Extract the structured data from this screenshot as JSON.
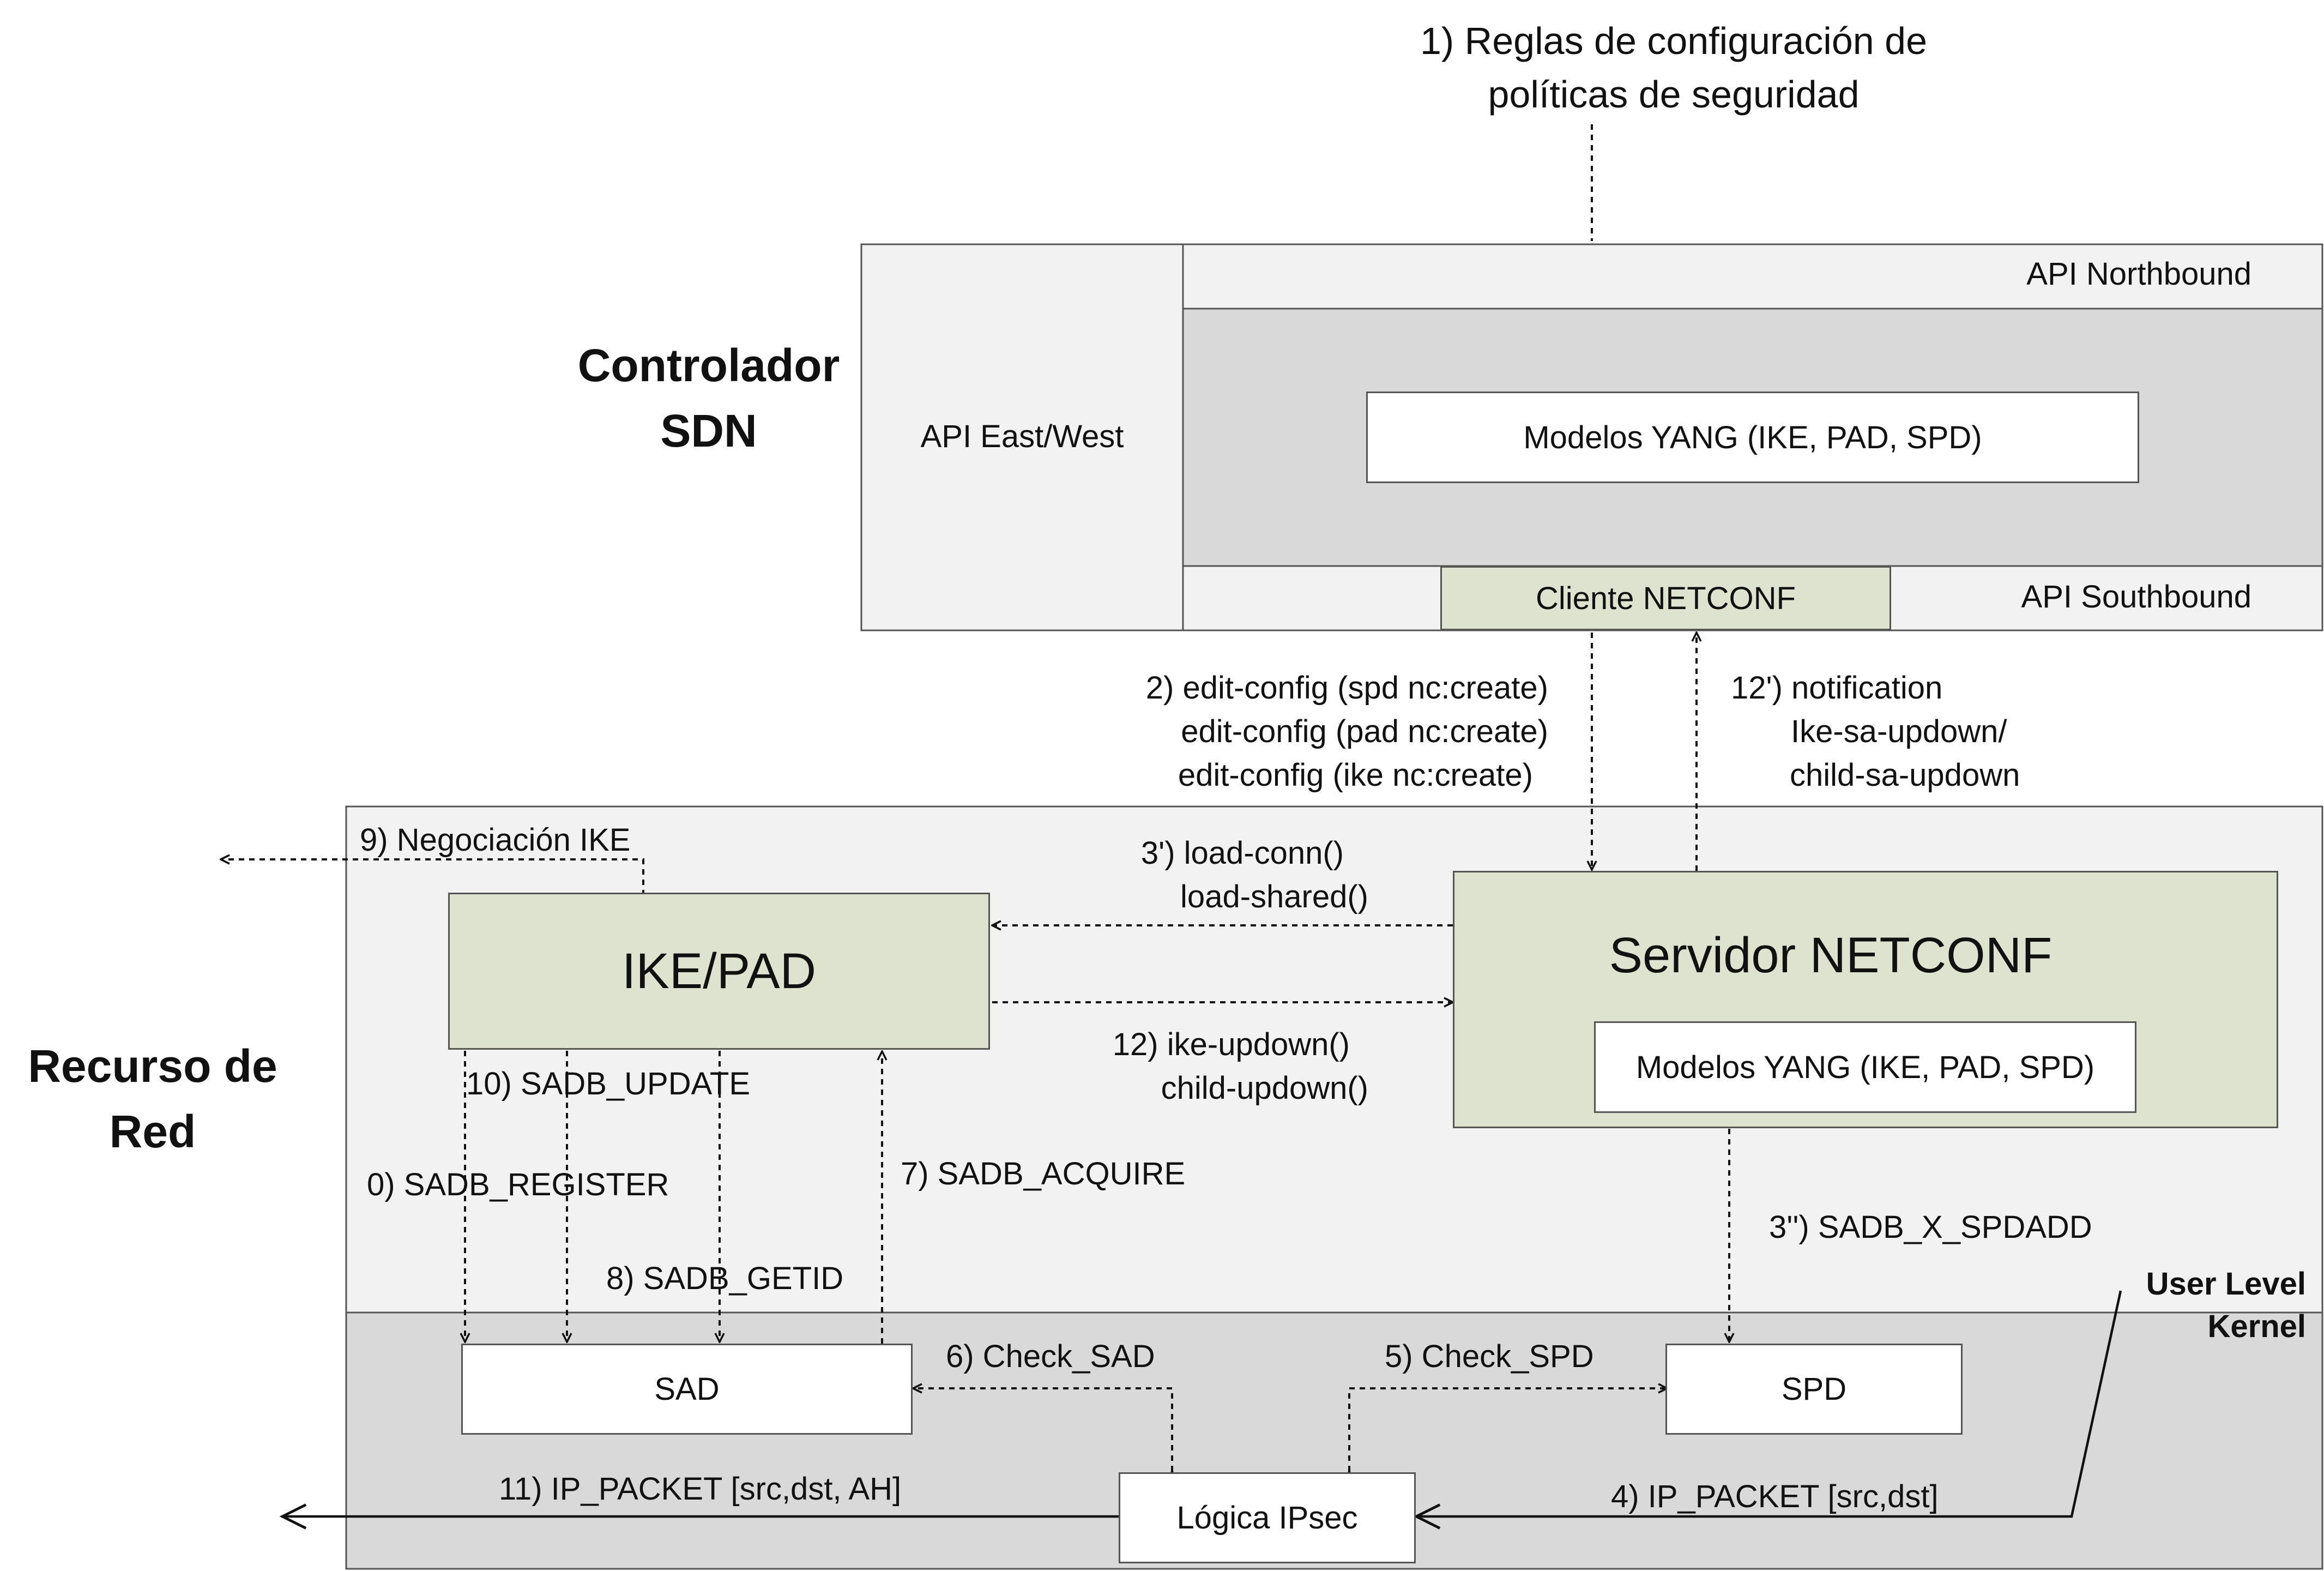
{
  "title": {
    "line1": "1) Reglas de configuración de",
    "line2": "políticas de seguridad"
  },
  "controller": {
    "label_line1": "Controlador",
    "label_line2": "SDN",
    "api_east_west": "API East/West",
    "api_northbound": "API Northbound",
    "yang_models": "Modelos YANG (IKE, PAD, SPD)",
    "netconf_client": "Cliente NETCONF",
    "api_southbound": "API Southbound"
  },
  "messages": {
    "m2_line1": "2) edit-config (spd nc:create)",
    "m2_line2": "edit-config (pad nc:create)",
    "m2_line3": "edit-config (ike nc:create)",
    "m12p_line1": "12') notification",
    "m12p_line2": "Ike-sa-updown/",
    "m12p_line3": "child-sa-updown",
    "m9": "9) Negociación IKE",
    "m3p_line1": "3') load-conn()",
    "m3p_line2": "load-shared()",
    "m12_line1": "12) ike-updown()",
    "m12_line2": "child-updown()",
    "m10": "10) SADB_UPDATE",
    "m0": "0) SADB_REGISTER",
    "m7": "7) SADB_ACQUIRE",
    "m8": "8) SADB_GETID",
    "m3pp": "3'') SADB_X_SPDADD",
    "m6": "6) Check_SAD",
    "m5": "5) Check_SPD",
    "m11": "11) IP_PACKET [src,dst, AH]",
    "m4": "4) IP_PACKET [src,dst]"
  },
  "resource": {
    "label_line1": "Recurso de",
    "label_line2": "Red",
    "ike_pad": "IKE/PAD",
    "netconf_server": "Servidor NETCONF",
    "yang_models": "Modelos YANG (IKE, PAD, SPD)",
    "user_level": "User Level",
    "kernel": "Kernel",
    "sad": "SAD",
    "spd": "SPD",
    "ipsec_logic": "Lógica IPsec"
  },
  "colors": {
    "panel_light": "#f2f2f2",
    "panel_gray": "#d9d9d9",
    "component_green": "#dde3cf",
    "white": "#ffffff",
    "border": "#555555"
  }
}
